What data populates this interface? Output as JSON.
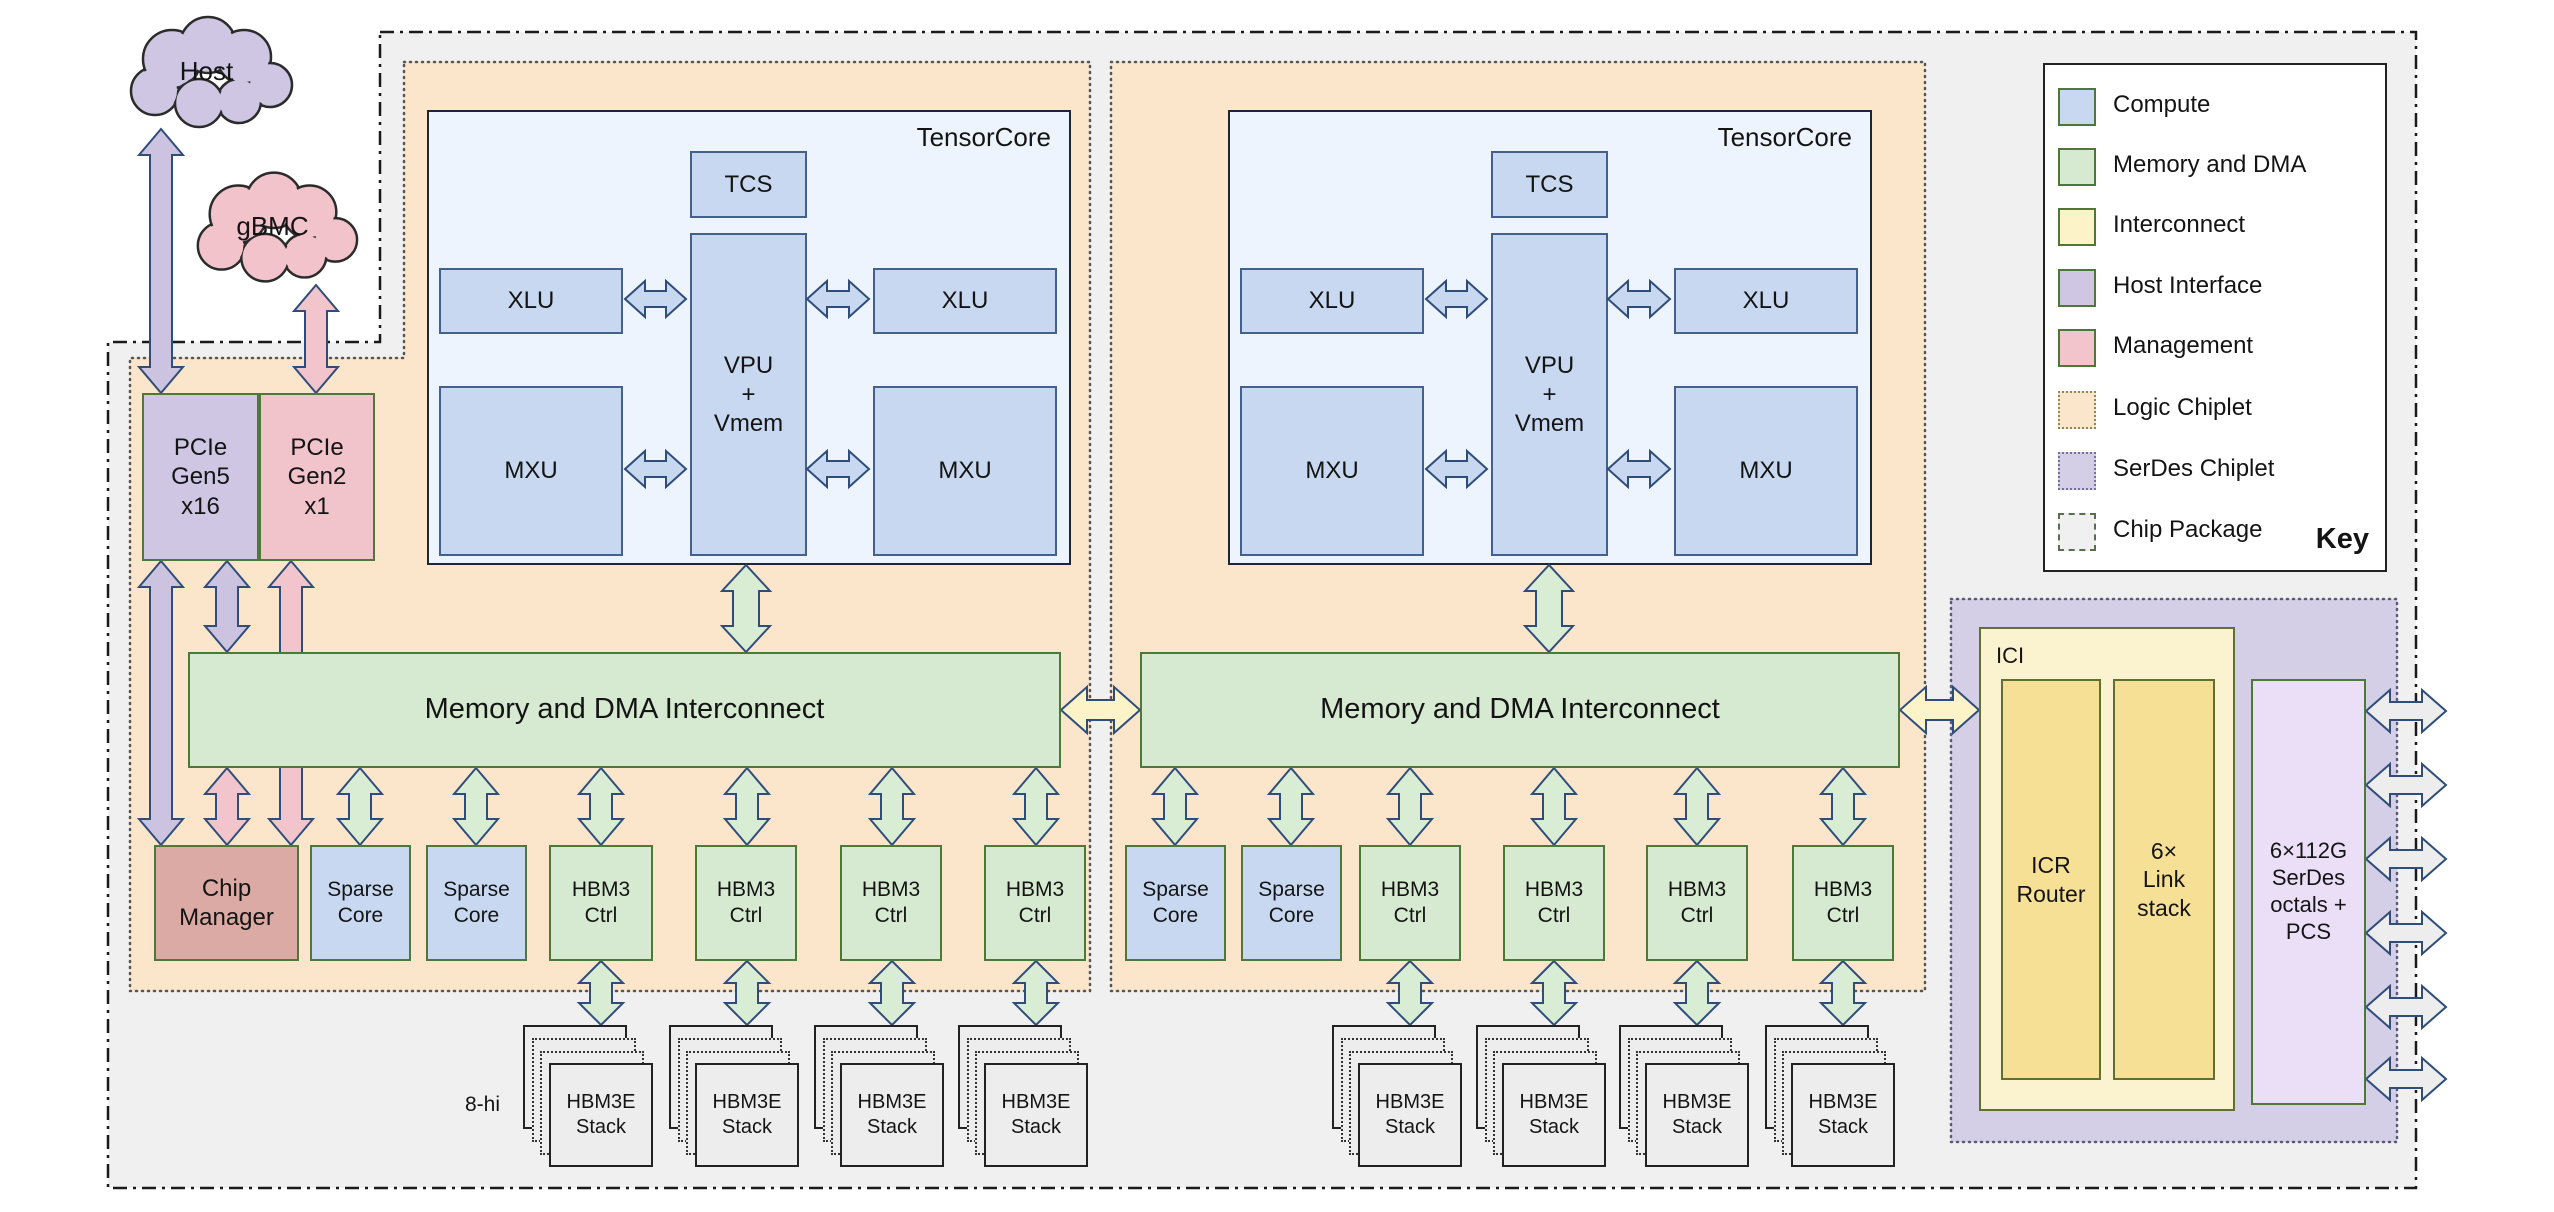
{
  "clouds": {
    "host": "Host",
    "gbmc": "gBMC"
  },
  "pcie": {
    "gen5": "PCIe\nGen5\nx16",
    "gen2": "PCIe\nGen2\nx1"
  },
  "tensorcore": {
    "title": "TensorCore",
    "tcs": "TCS",
    "vpu": "VPU\n+\nVmem",
    "xlu": "XLU",
    "mxu": "MXU"
  },
  "interconnect": {
    "mdi": "Memory and DMA Interconnect"
  },
  "row": {
    "chip_manager": "Chip\nManager",
    "sparse_core": "Sparse\nCore",
    "hbm3_ctrl": "HBM3\nCtrl"
  },
  "hbm": {
    "stack": "HBM3E\nStack",
    "height_note": "8-hi"
  },
  "ici": {
    "title": "ICI",
    "icr_router": "ICR\nRouter",
    "link_stack": "6×\nLink\nstack",
    "serdes": "6×112G\nSerDes\noctals +\nPCS"
  },
  "key": {
    "title": "Key",
    "items": [
      {
        "label": "Compute",
        "color": "#c7d8f0",
        "border": "solid"
      },
      {
        "label": "Memory and DMA",
        "color": "#d6e9d1",
        "border": "solid"
      },
      {
        "label": "Interconnect",
        "color": "#fdf3c9",
        "border": "solid"
      },
      {
        "label": "Host Interface",
        "color": "#cec6e2",
        "border": "solid"
      },
      {
        "label": "Management",
        "color": "#f2c4cc",
        "border": "solid"
      },
      {
        "label": "Logic Chiplet",
        "color": "#fbe5cb",
        "border": "dotted"
      },
      {
        "label": "SerDes Chiplet",
        "color": "#d5cee7",
        "border": "dotted"
      },
      {
        "label": "Chip Package",
        "color": "#f0f0f0",
        "border": "dash-dot"
      }
    ]
  },
  "colors": {
    "compute": "#c7d8f0",
    "memory_dma": "#d6e9d1",
    "interconnect_yellow": "#fdf3c9",
    "host_interface": "#cec6e2",
    "management": "#f2c4cc",
    "chip_manager": "#dcaaa4",
    "logic_chiplet": "#fbe5cb",
    "serdes_chiplet": "#d5cee7",
    "chip_package": "#f0f0f0",
    "serdes_block": "#eadff7",
    "ici_outer": "#fbf3cf",
    "ici_inner": "#f6e096",
    "arrow_outline": "#2e4d7b"
  }
}
